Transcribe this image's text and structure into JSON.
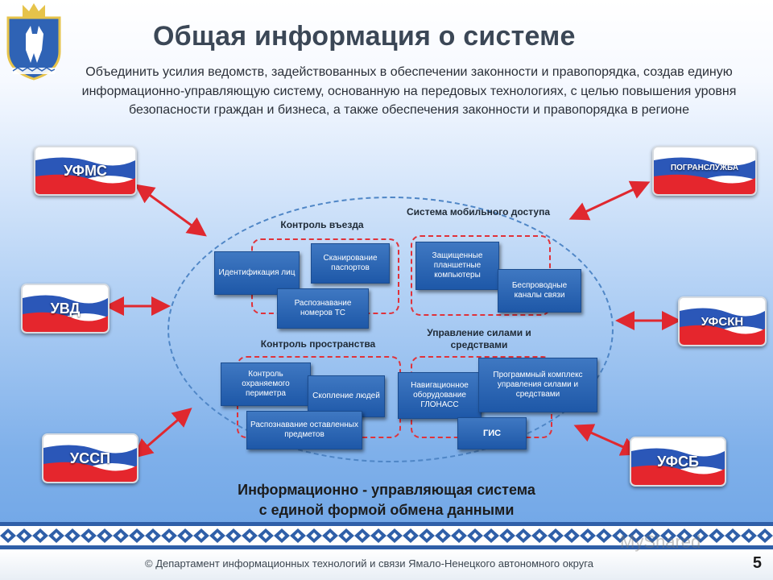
{
  "header": {
    "title": "Общая информация о системе",
    "subtitle": "Объединить усилия ведомств, задействованных в обеспечении законности и правопорядка, создав единую информационно-управляющую систему, основанную на передовых технологиях, с целью повышения уровня безопасности граждан и бизнеса, а также обеспечения законности и правопорядка в регионе"
  },
  "agencies": {
    "ufms": "УФМС",
    "uvd": "УВД",
    "ussp": "УССП",
    "pogran": "ПОГРАНСЛУЖБА",
    "ufskn": "УФСКН",
    "ufsb": "УФСБ"
  },
  "groups": {
    "entry": {
      "label": "Контроль въезда",
      "items": [
        "Идентификация лиц",
        "Сканирование паспортов",
        "Распознавание номеров ТС"
      ]
    },
    "mobile": {
      "label": "Система мобильного доступа",
      "items": [
        "Защищенные планшетные компьютеры",
        "Беспроводные каналы связи"
      ]
    },
    "space": {
      "label": "Контроль пространства",
      "items": [
        "Контроль охраняемого периметра",
        "Скопление людей",
        "Распознавание оставленных предметов"
      ]
    },
    "forces": {
      "label": "Управление силами и средствами",
      "items": [
        "Навигационное оборудование ГЛОНАСС",
        "Программный комплекс управления силами и средствами",
        "ГИС"
      ]
    }
  },
  "bottom": {
    "line1": "Информационно - управляющая система",
    "line2": "с единой формой обмена данными"
  },
  "footer": {
    "text": "© Департамент информационных технологий и связи Ямало-Ненецкого автономного округа",
    "page": "5",
    "watermark": "MyShared"
  },
  "colors": {
    "arrow": "#e0282f",
    "box": "#2a64b2",
    "dashed_group": "#e0323a",
    "oval": "#4f86c6"
  }
}
